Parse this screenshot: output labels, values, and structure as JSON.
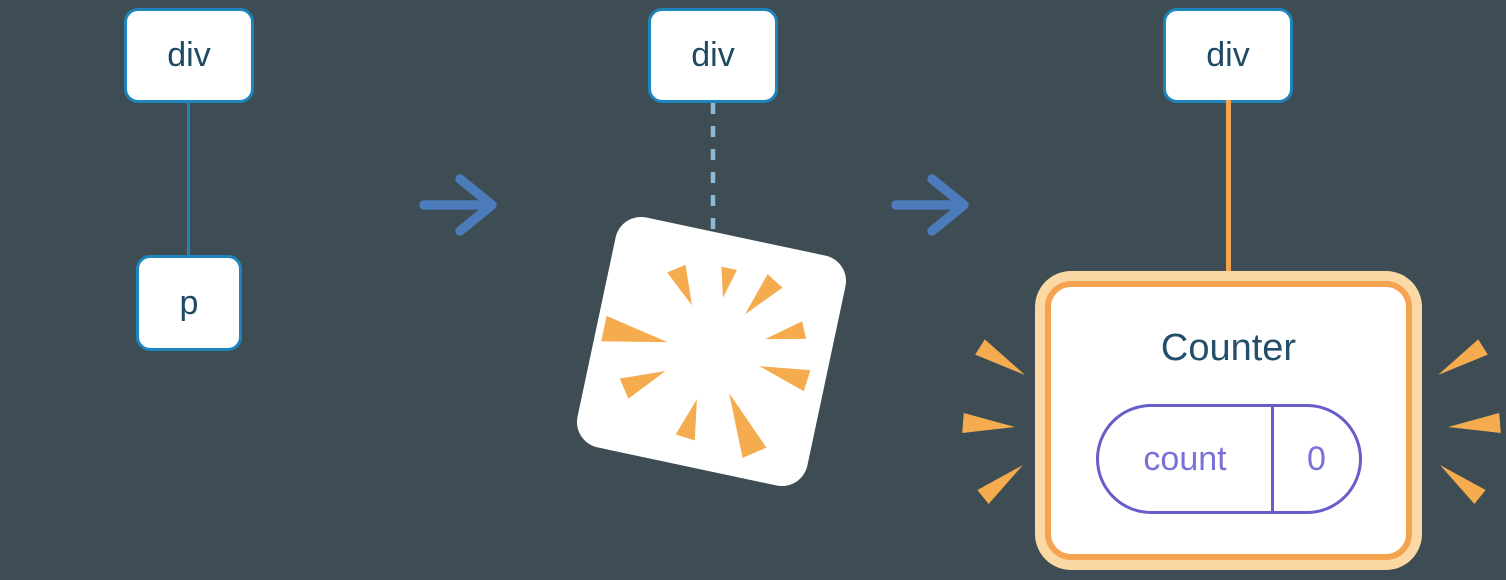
{
  "diagram": {
    "description": "Three-stage tree diagram: a div with a p child, the subtree destroyed (poof), then a div with a new Counter component whose state is reset",
    "stages": [
      {
        "id": "tree-div-p",
        "parent_label": "div",
        "child_label": "p"
      },
      {
        "id": "div-poof",
        "parent_label": "div"
      },
      {
        "id": "div-counter",
        "parent_label": "div",
        "component": {
          "title": "Counter",
          "state": {
            "key": "count",
            "value": "0"
          }
        }
      }
    ],
    "arrows": [
      {
        "icon": "arrow-right"
      },
      {
        "icon": "arrow-right"
      }
    ],
    "icons": [
      "arrow-right-icon",
      "poof-burst-icon",
      "sparkle-burst-left-icon",
      "sparkle-burst-right-icon"
    ]
  },
  "colors": {
    "background": "#3E4D54",
    "node_border_blue": "#1D85BB",
    "node_text_navy": "#1E4B63",
    "edge_blue": "#1D85BB",
    "edge_dashed_blue": "#8FBAD6",
    "arrow_blue": "#4C7BBB",
    "orange": "#F6A351",
    "orange_halo": "#FBD9A4",
    "burst_orange": "#F5AC4E",
    "state_border_purple": "#665DC8",
    "state_text_purple": "#7A71D8",
    "card_bg": "#FFFFFF"
  }
}
